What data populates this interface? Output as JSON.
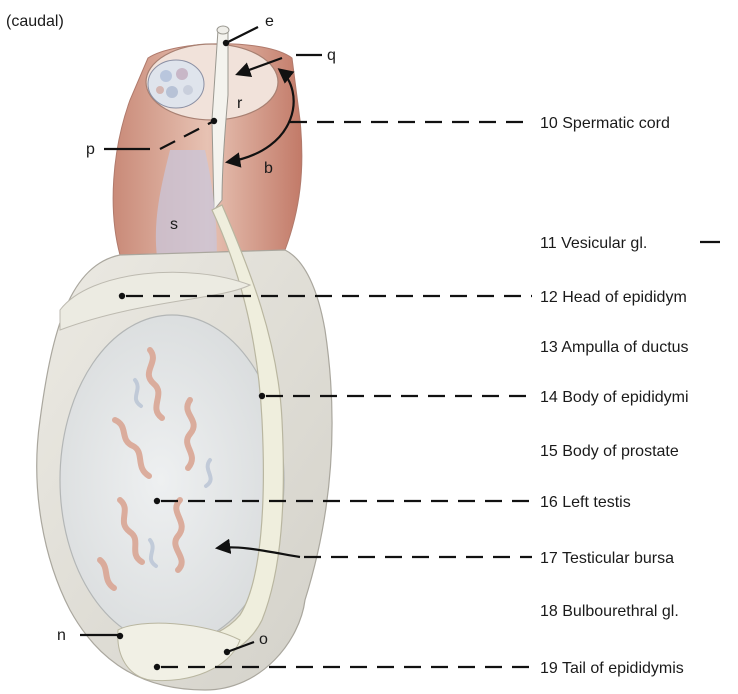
{
  "view_label": "(caudal)",
  "letters": {
    "e": "e",
    "q": "q",
    "r": "r",
    "p": "p",
    "b": "b",
    "s": "s",
    "n": "n",
    "o": "o"
  },
  "structures": [
    {
      "number": "10",
      "name": "Spermatic cord"
    },
    {
      "number": "11",
      "name": "Vesicular gl."
    },
    {
      "number": "12",
      "name": "Head of epididym"
    },
    {
      "number": "13",
      "name": "Ampulla of ductus"
    },
    {
      "number": "14",
      "name": "Body of epididymi"
    },
    {
      "number": "15",
      "name": "Body of prostate"
    },
    {
      "number": "16",
      "name": "Left testis"
    },
    {
      "number": "17",
      "name": "Testicular bursa"
    },
    {
      "number": "18",
      "name": "Bulbourethral gl."
    },
    {
      "number": "19",
      "name": "Tail of epididymis"
    }
  ]
}
